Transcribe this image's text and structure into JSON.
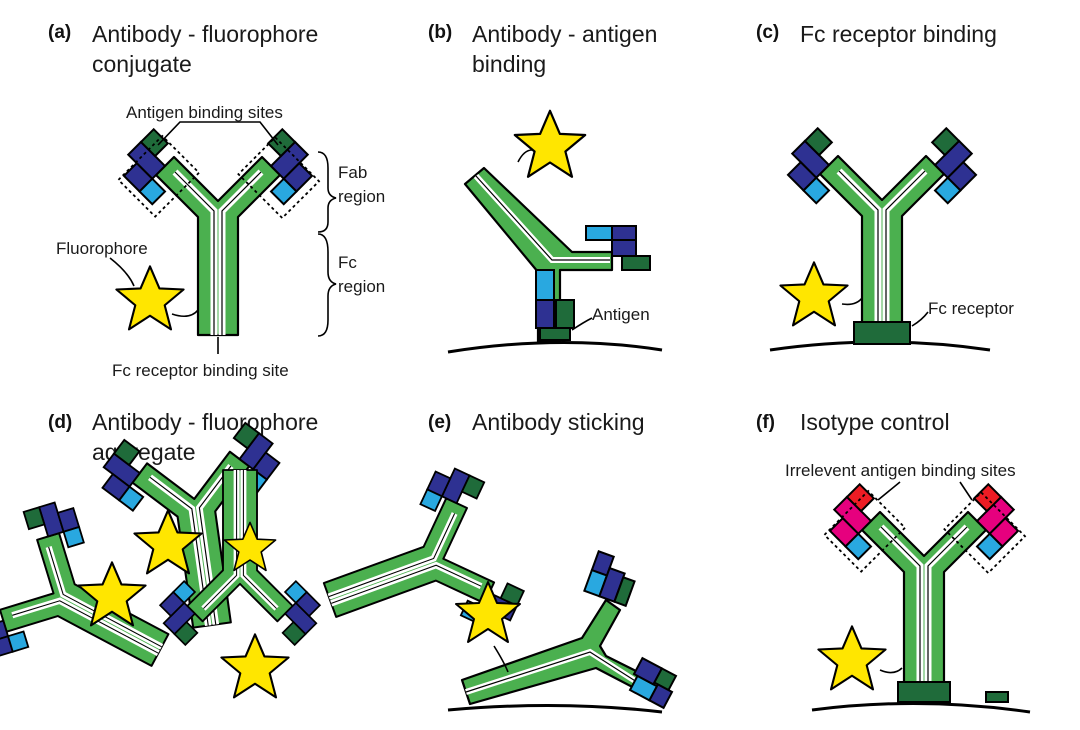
{
  "colors": {
    "green": "#4bb04f",
    "dark_green": "#1f6b3a",
    "navy": "#2e3192",
    "light_blue": "#29a8e0",
    "star": "#ffe600",
    "red": "#ed1c24",
    "magenta": "#e6007e",
    "outline": "#000000"
  },
  "panels": [
    {
      "id": "a",
      "letter": "(a)",
      "title_lines": [
        "Antibody - fluorophore",
        "conjugate"
      ]
    },
    {
      "id": "b",
      "letter": "(b)",
      "title_lines": [
        "Antibody - antigen",
        "binding"
      ]
    },
    {
      "id": "c",
      "letter": "(c)",
      "title_lines": [
        "Fc receptor binding"
      ]
    },
    {
      "id": "d",
      "letter": "(d)",
      "title_lines": [
        "Antibody - fluorophore",
        "aggregate"
      ]
    },
    {
      "id": "e",
      "letter": "(e)",
      "title_lines": [
        "Antibody sticking"
      ]
    },
    {
      "id": "f",
      "letter": "(f)",
      "title_lines": [
        "Isotype control"
      ]
    }
  ],
  "labels": {
    "antigen_binding_sites": "Antigen binding sites",
    "fab_region_1": "Fab",
    "fab_region_2": "region",
    "fc_region_1": "Fc",
    "fc_region_2": "region",
    "fluorophore": "Fluorophore",
    "fc_receptor_binding_site": "Fc receptor binding site",
    "antigen": "Antigen",
    "fc_receptor": "Fc receptor",
    "irrelevant_binding_sites": "Irrelevent antigen binding sites"
  }
}
